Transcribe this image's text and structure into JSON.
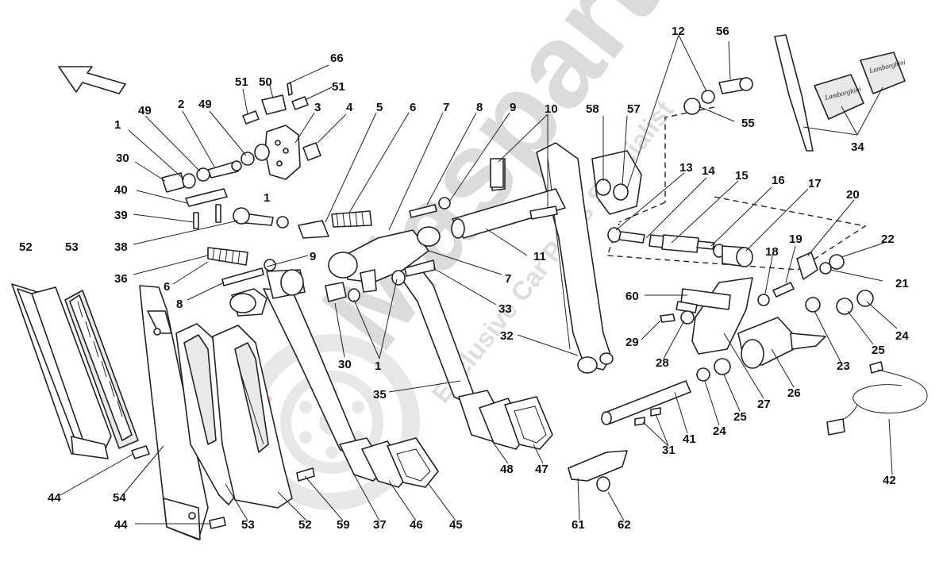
{
  "watermark": {
    "brand": "Masparts",
    "tagline": "Exclusive Car Parts Specialist"
  },
  "logo_text": {
    "pad_left": "Lamborghini",
    "pad_right": "Lamborghini"
  },
  "callouts": [
    "12",
    "56",
    "66",
    "51",
    "50",
    "51",
    "55",
    "1",
    "49",
    "2",
    "49",
    "3",
    "4",
    "5",
    "6",
    "7",
    "8",
    "9",
    "10",
    "58",
    "57",
    "30",
    "40",
    "1",
    "13",
    "14",
    "15",
    "16",
    "17",
    "39",
    "20",
    "38",
    "22",
    "18",
    "19",
    "52",
    "53",
    "36",
    "9",
    "11",
    "21",
    "6",
    "7",
    "8",
    "33",
    "60",
    "24",
    "30",
    "29",
    "28",
    "32",
    "1",
    "25",
    "23",
    "35",
    "27",
    "26",
    "34",
    "24",
    "25",
    "31",
    "41",
    "48",
    "47",
    "44",
    "54",
    "42",
    "44",
    "53",
    "52",
    "59",
    "37",
    "46",
    "45",
    "61",
    "62"
  ]
}
